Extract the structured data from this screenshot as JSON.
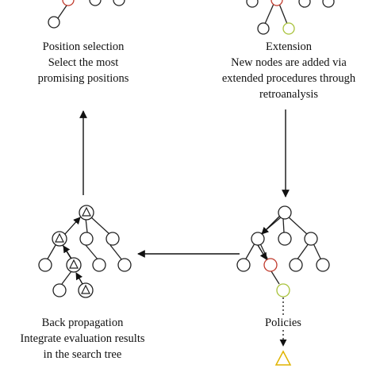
{
  "labels": {
    "position_selection": {
      "title": "Position selection",
      "lines": [
        "Select the most",
        "promising positions"
      ]
    },
    "extension": {
      "title": "Extension",
      "lines": [
        "New nodes are added via",
        "extended procedures through",
        "retroanalysis"
      ]
    },
    "back_propagation": {
      "title": "Back propagation",
      "lines": [
        "Integrate evaluation results",
        "in the search tree"
      ]
    },
    "policies": {
      "title": "Policies"
    }
  },
  "colors": {
    "node_stroke": "#222222",
    "selected_node": "#c0392b",
    "new_node": "#a8c23a",
    "policy_triangle": "#e0b400",
    "arrow": "#111111"
  }
}
